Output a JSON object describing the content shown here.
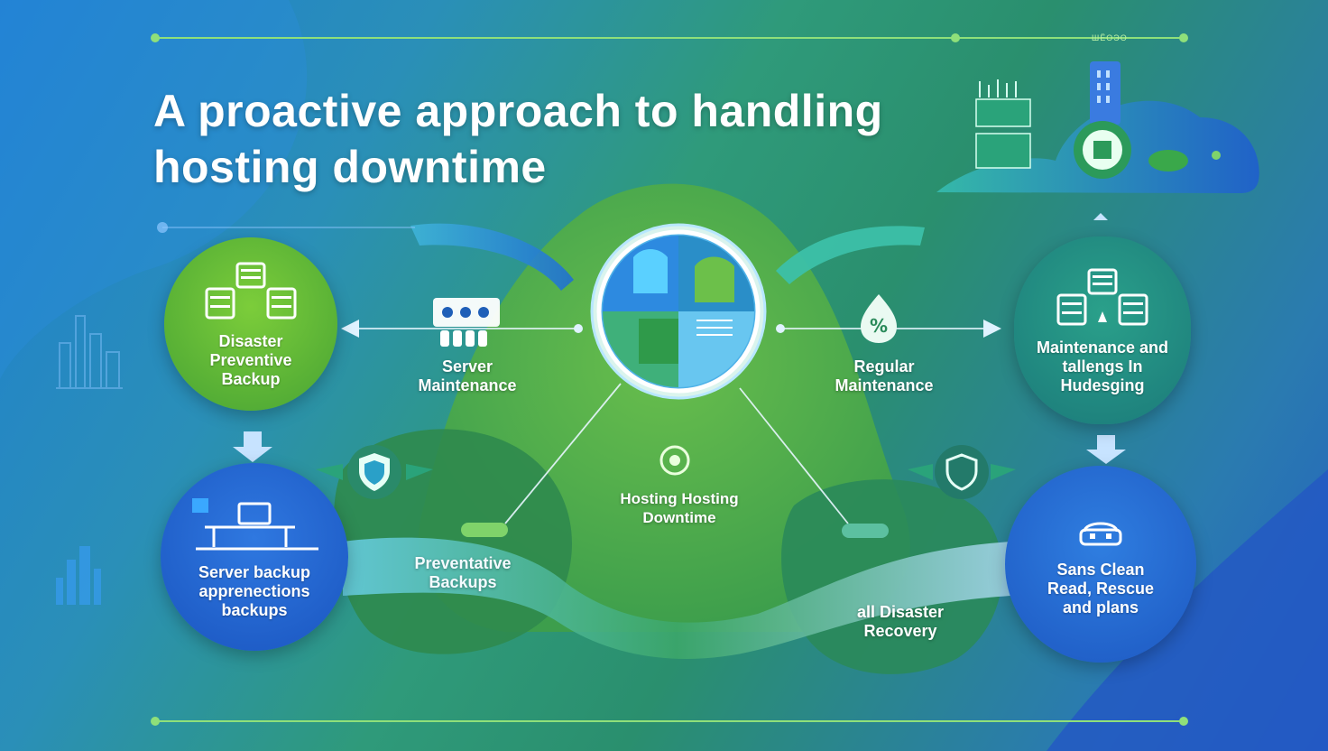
{
  "title": "A proactive approach to handling hosting downtime",
  "header_tag": "ШЁОЭО",
  "nodes": {
    "top_left": "Disaster Preventive Backup",
    "bottom_left": "Server backup apprenections backups",
    "top_right": "Maintenance and tallengs In Hudesging",
    "bottom_right": "Sans Clean Read, Rescue and plans"
  },
  "labels": {
    "server_maintenance": "Server Maintenance",
    "regular_maintenance": "Regular Maintenance",
    "center": "Hosting Hosting Downtime",
    "preventative_backups": "Preventative Backups",
    "disaster_recovery": "all Disaster Recovery"
  },
  "colors": {
    "accent_green": "#6cc04a",
    "deep_blue": "#1d5fc2",
    "teal": "#1f8a7a",
    "line": "#8fe07a"
  }
}
